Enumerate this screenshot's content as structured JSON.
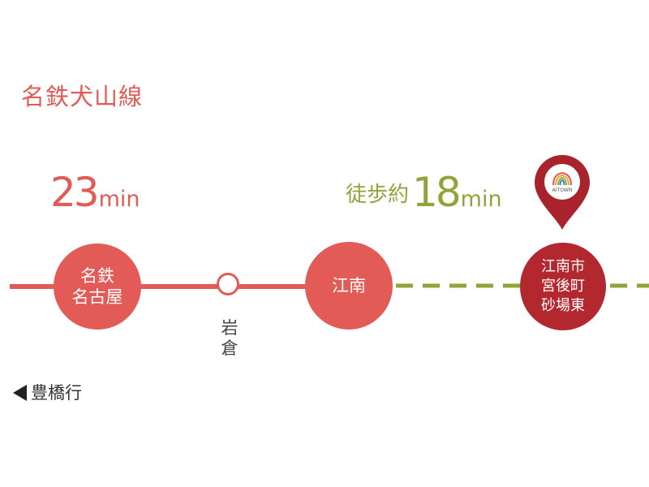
{
  "line_name": "名鉄犬山線",
  "time_train": {
    "value": "23",
    "unit": "min"
  },
  "time_walk": {
    "prefix": "徒歩約",
    "value": "18",
    "unit": "min"
  },
  "stations": {
    "meitetsu_nagoya": {
      "label": "名鉄\n名古屋"
    },
    "iwakura": {
      "label": "岩倉"
    },
    "konan": {
      "label": "江南"
    },
    "destination": {
      "label": "江南市\n宮後町\n砂場東"
    }
  },
  "direction": {
    "label": "豊橋行"
  },
  "logo": {
    "text": "AITOWN"
  },
  "colors": {
    "rail": "#e25b57",
    "walk": "#8fa53a",
    "destination": "#b3282f",
    "pin": "#a8232c"
  },
  "icons": {
    "pin": "map-pin-icon",
    "direction": "triangle-left-icon"
  }
}
